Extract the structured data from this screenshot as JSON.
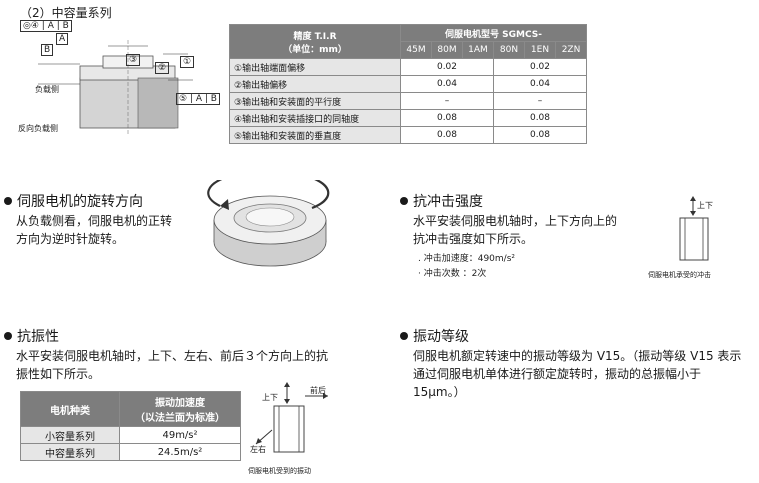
{
  "section_title": "（2）中容量系列",
  "tir_table": {
    "header_label_line1": "精度 T.I.R",
    "header_label_line2": "（单位：mm）",
    "model_header": "伺服电机型号   SGMCS-",
    "models": [
      "45M",
      "80M",
      "1AM",
      "80N",
      "1EN",
      "2ZN"
    ],
    "rows": [
      {
        "label": "①输出轴端面偏移",
        "group1": "0.02",
        "group2": "0.02"
      },
      {
        "label": "②输出轴偏移",
        "group1": "0.04",
        "group2": "0.04"
      },
      {
        "label": "③输出轴和安装面的平行度",
        "group1": "–",
        "group2": "–"
      },
      {
        "label": "④输出轴和安装插接口的同轴度",
        "group1": "0.08",
        "group2": "0.08"
      },
      {
        "label": "⑤输出轴和安装面的垂直度",
        "group1": "0.08",
        "group2": "0.08"
      }
    ]
  },
  "diagram_tir": {
    "load_side": "负载侧",
    "reverse_load_side": "反向负载侧",
    "datum_a": "A",
    "datum_b": "B",
    "frame_4": "◎④",
    "frame_5": "⑤",
    "frame_1": "①",
    "frame_2": "②",
    "frame_3": "③"
  },
  "rotation": {
    "heading": "伺服电机的旋转方向",
    "lines": [
      "从负载侧看，伺服电机的正转",
      "方向为逆时针旋转。"
    ]
  },
  "shock": {
    "heading": "抗冲击强度",
    "lines": [
      "水平安装伺服电机轴时，上下方向上的",
      "抗冲击强度如下所示。"
    ],
    "accel": ". 冲击加速度：490m/s²",
    "count": "· 冲击次数    ：2次",
    "caption": "伺服电机承受的冲击",
    "updown": "上下"
  },
  "vibration_resist": {
    "heading": "抗振性",
    "lines": [
      "水平安装伺服电机轴时，上下、左右、前后３个方向上的抗",
      "振性如下所示。"
    ],
    "table_header_type": "电机种类",
    "table_header_accel_line1": "振动加速度",
    "table_header_accel_line2": "（以法兰面为标准）",
    "rows": [
      {
        "type": "小容量系列",
        "value": "49m/s²"
      },
      {
        "type": "中容量系列",
        "value": "24.5m/s²"
      }
    ],
    "updown": "上下",
    "frontback": "前后",
    "leftright": "左右",
    "caption": "伺服电机受到的振动"
  },
  "vibration_class": {
    "heading": "振动等级",
    "lines": [
      "伺服电机额定转速中的振动等级为 V15。（振动等级 V15 表示",
      "通过伺服电机单体进行额定旋转时，振动的总振幅小于",
      "15μm。）"
    ]
  }
}
